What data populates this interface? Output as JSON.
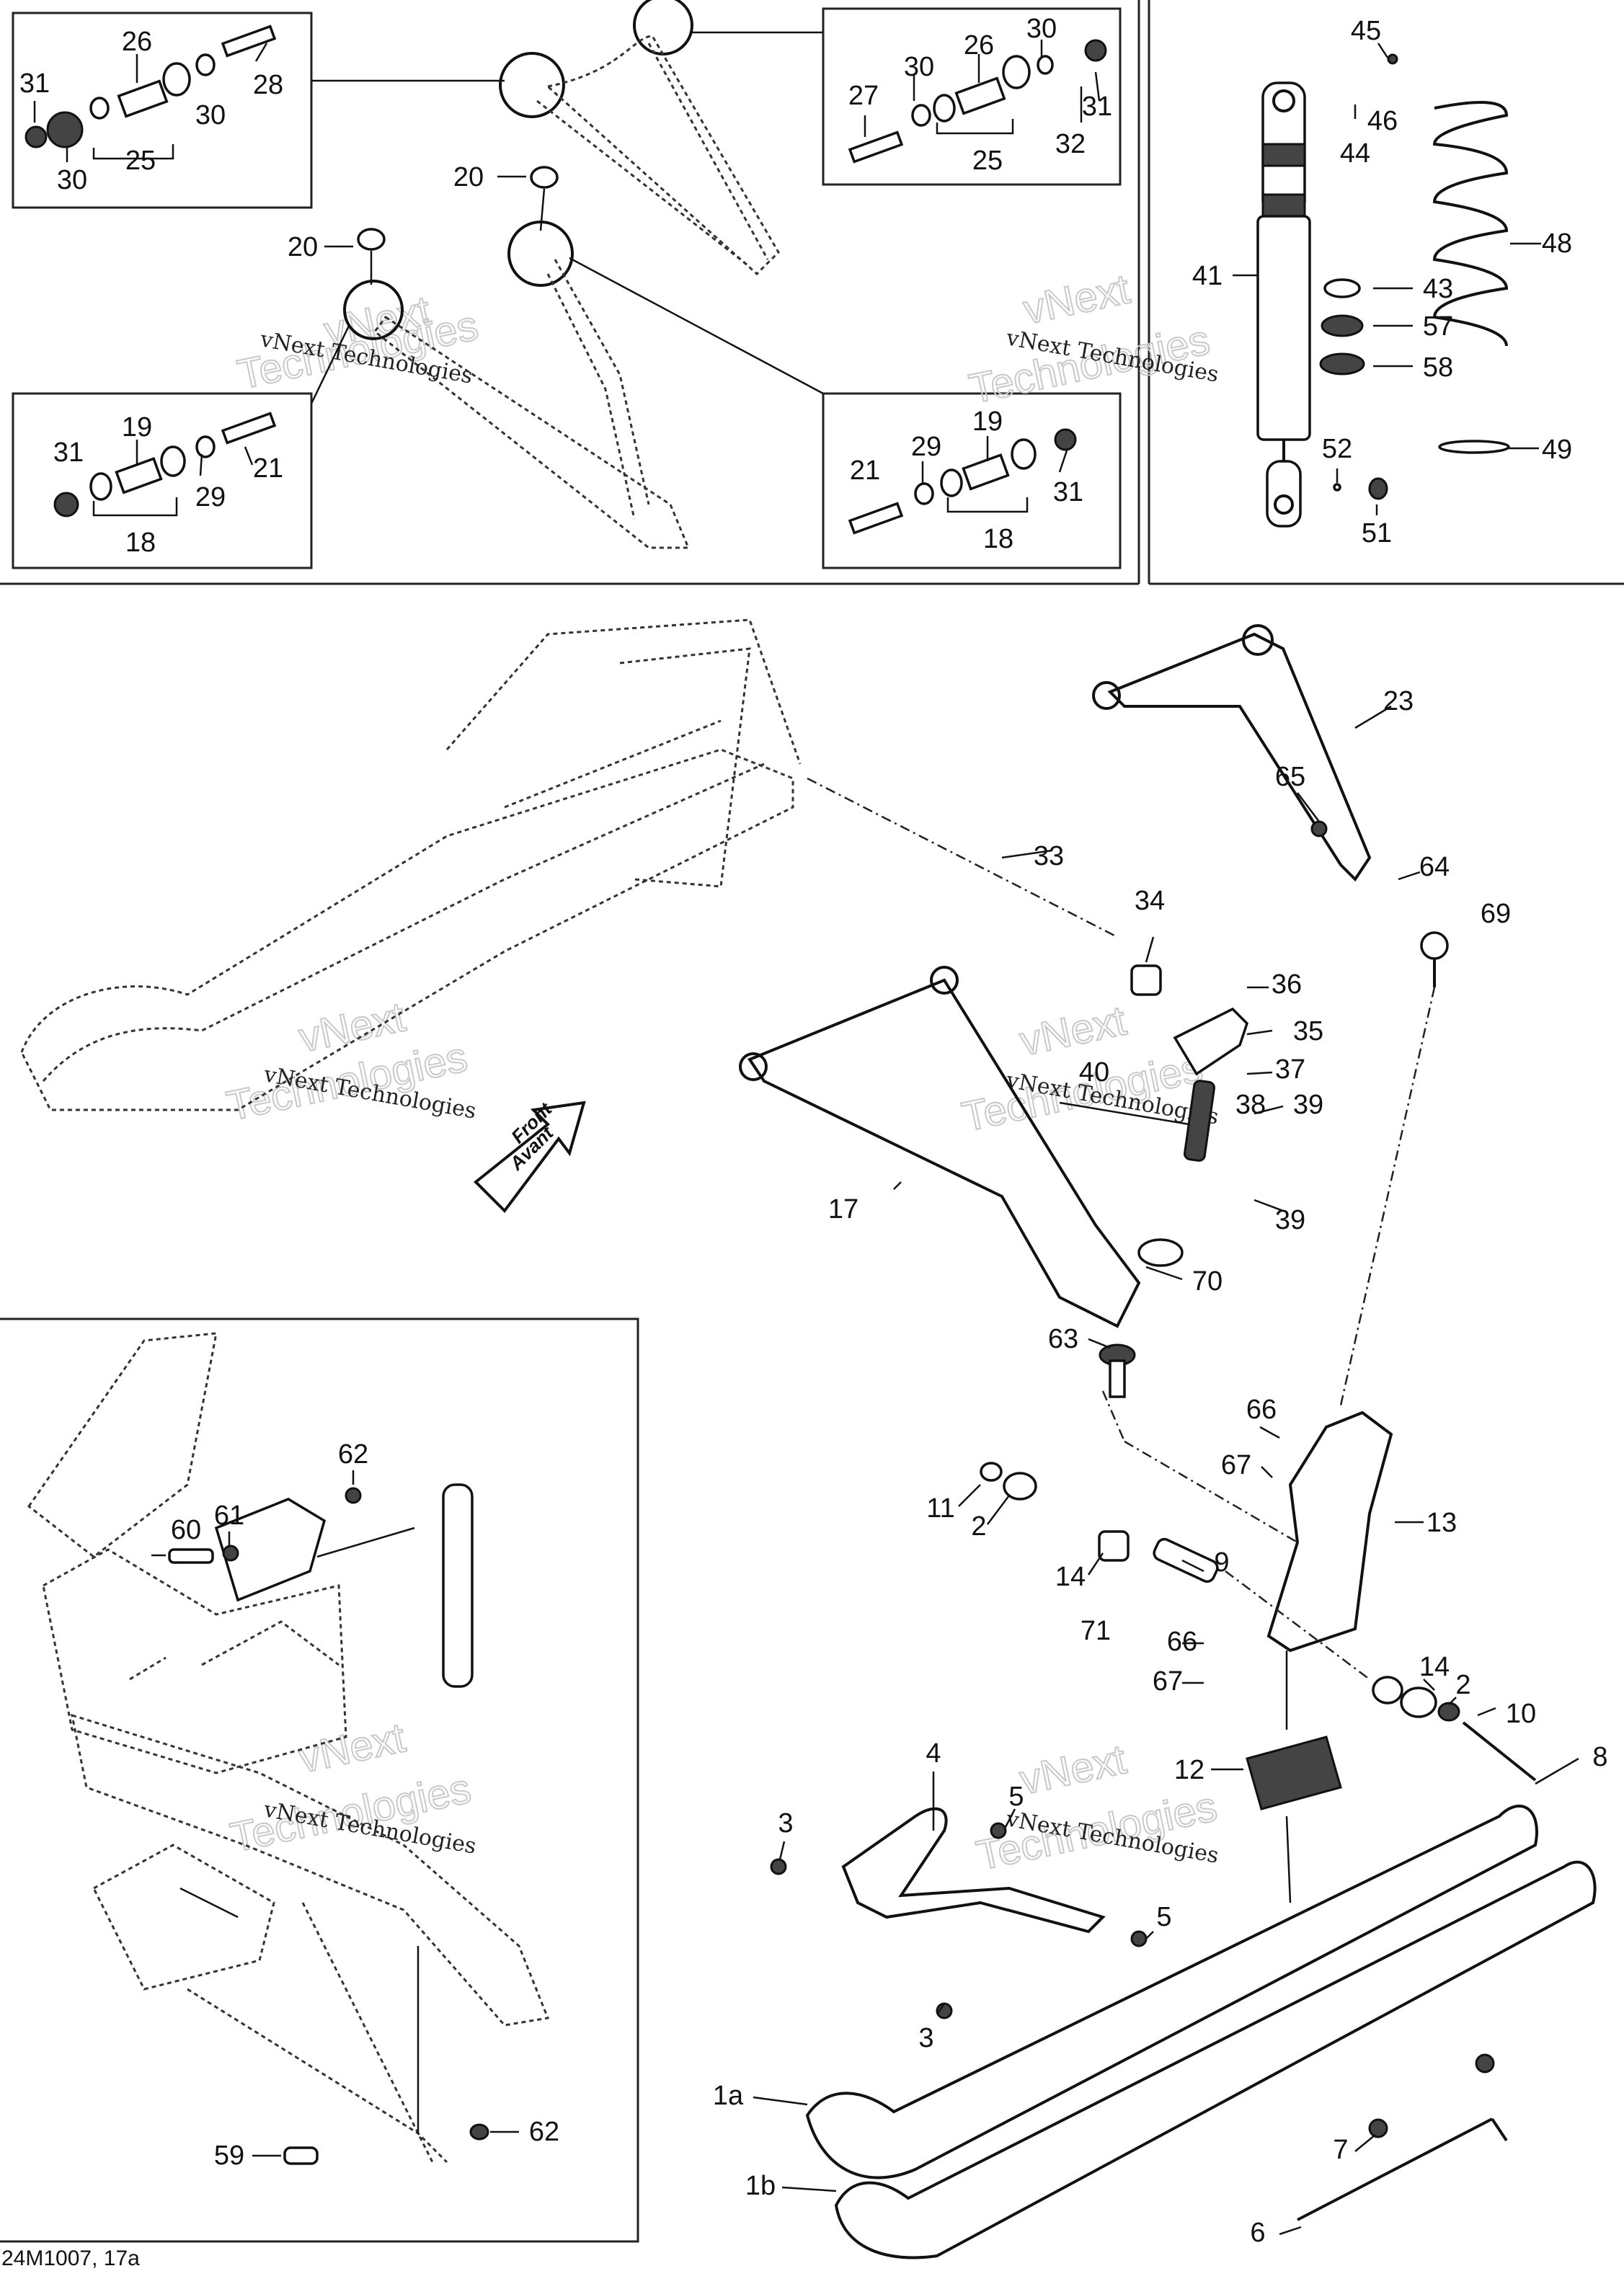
{
  "drawing_code": "24M1007, 17a",
  "watermark": {
    "line1": "vNext Technologies",
    "big_line1": "vNext",
    "big_line2": "Technologies"
  },
  "front_arrow": {
    "line1": "Front",
    "line2": "Avant"
  },
  "labels": {
    "l26a": "26",
    "l31a": "31",
    "l30a": "30",
    "l30b": "30",
    "l25a": "25",
    "l28": "28",
    "l30c": "30",
    "l26b": "26",
    "l30d": "30",
    "l27": "27",
    "l31b": "31",
    "l25b": "25",
    "l32": "32",
    "l20a": "20",
    "l20b": "20",
    "l19a": "19",
    "l31c": "31",
    "l21a": "21",
    "l29a": "29",
    "l18a": "18",
    "l29b": "29",
    "l19b": "19",
    "l21b": "21",
    "l31d": "31",
    "l18b": "18",
    "l45": "45",
    "l46": "46",
    "l44": "44",
    "l48": "48",
    "l41": "41",
    "l43": "43",
    "l57": "57",
    "l58": "58",
    "l52": "52",
    "l49": "49",
    "l51": "51",
    "l23": "23",
    "l65": "65",
    "l64": "64",
    "l69": "69",
    "l33": "33",
    "l34": "34",
    "l36": "36",
    "l35": "35",
    "l40": "40",
    "l37": "37",
    "l38": "38",
    "l39a": "39",
    "l39b": "39",
    "l17": "17",
    "l70": "70",
    "l63": "63",
    "l66a": "66",
    "l67a": "67",
    "l13": "13",
    "l11": "11",
    "l2a": "2",
    "l14a": "14",
    "l9": "9",
    "l71": "71",
    "l66b": "66",
    "l67b": "67",
    "l14b": "14",
    "l2b": "2",
    "l10": "10",
    "l8": "8",
    "l12": "12",
    "l4": "4",
    "l5a": "5",
    "l3a": "3",
    "l5b": "5",
    "l3b": "3",
    "l1a": "1a",
    "l1b": "1b",
    "l7": "7",
    "l6": "6",
    "l62a": "62",
    "l60": "60",
    "l61": "61",
    "l59": "59",
    "l62b": "62"
  }
}
